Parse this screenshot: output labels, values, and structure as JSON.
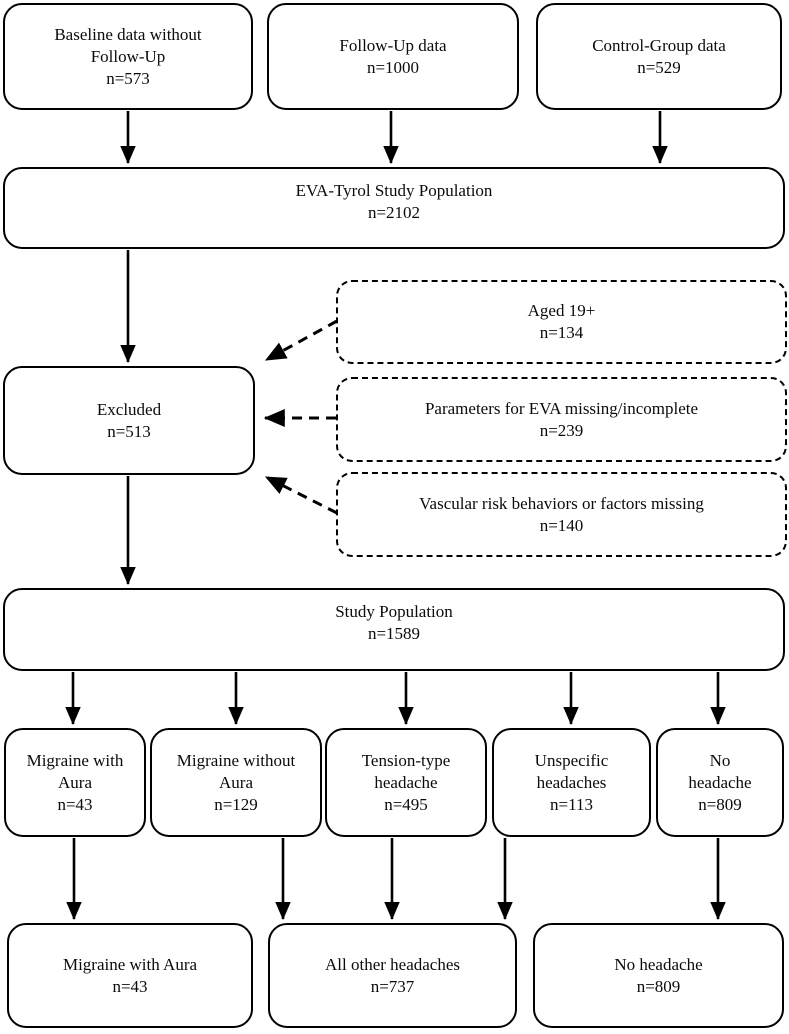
{
  "style": {
    "background": "#ffffff",
    "line_color": "#000000",
    "box_fill": "#ffffff"
  },
  "flowchart": {
    "sources": [
      {
        "label": "Baseline data without\nFollow-Up",
        "n": "n=573"
      },
      {
        "label": "Follow-Up data",
        "n": "n=1000"
      },
      {
        "label": "Control-Group data",
        "n": "n=529"
      }
    ],
    "total_population": {
      "label": "EVA-Tyrol Study Population",
      "n": "n=2102"
    },
    "excluded": {
      "label": "Excluded",
      "n": "n=513"
    },
    "exclusion_reasons": [
      {
        "label": "Aged 19+",
        "n": "n=134"
      },
      {
        "label": "Parameters for EVA missing/incomplete",
        "n": "n=239"
      },
      {
        "label": "Vascular risk behaviors or factors missing",
        "n": "n=140"
      }
    ],
    "study_population": {
      "label": "Study Population",
      "n": "n=1589"
    },
    "headache_groups": [
      {
        "label": "Migraine with\nAura",
        "n": "n=43"
      },
      {
        "label": "Migraine without\nAura",
        "n": "n=129"
      },
      {
        "label": "Tension-type\nheadache",
        "n": "n=495"
      },
      {
        "label": "Unspecific\nheadaches",
        "n": "n=113"
      },
      {
        "label": "No\nheadache",
        "n": "n=809"
      }
    ],
    "final_groups": [
      {
        "label": "Migraine with Aura",
        "n": "n=43"
      },
      {
        "label": "All other headaches",
        "n": "n=737"
      },
      {
        "label": "No headache",
        "n": "n=809"
      }
    ]
  }
}
